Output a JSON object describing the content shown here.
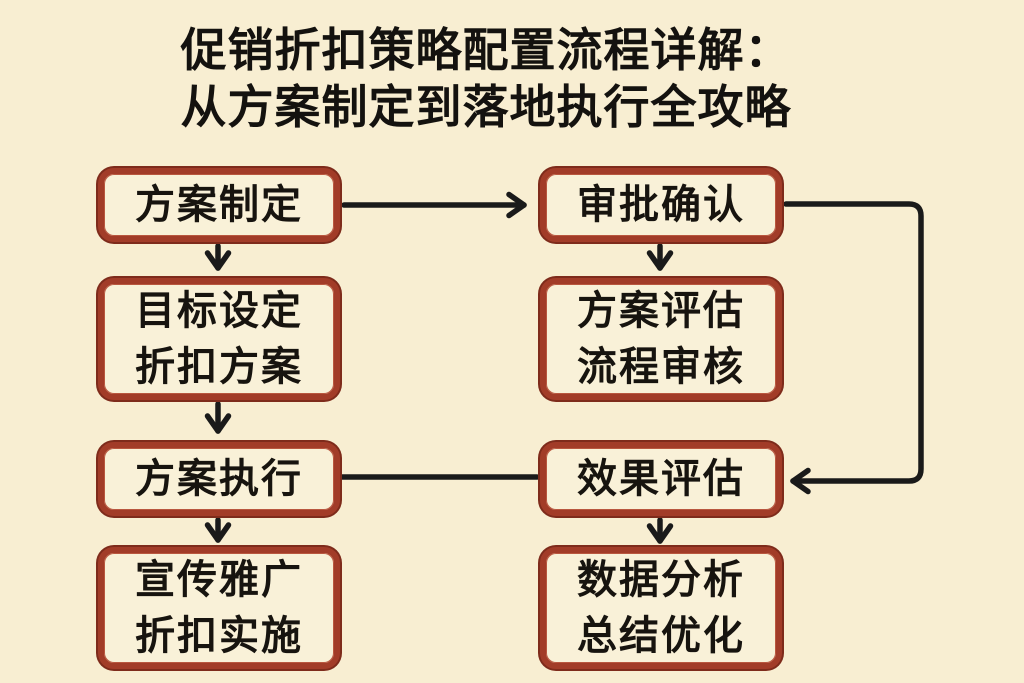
{
  "title": {
    "line1": "促销折扣策略配置流程详解：",
    "line2": "从方案制定到落地执行全攻略"
  },
  "colors": {
    "background": "#f8eed2",
    "box_fill": "#f9f1d8",
    "box_border": "#a23c28",
    "box_border_dark": "#7e2b1b",
    "text": "#17140f",
    "arrow": "#1a1a1a"
  },
  "nodes": {
    "plan": {
      "line1": "方案制定"
    },
    "approve": {
      "line1": "审批确认"
    },
    "goal": {
      "line1": "目标设定",
      "line2": "折扣方案"
    },
    "evaluate": {
      "line1": "方案评估",
      "line2": "流程审核"
    },
    "execute": {
      "line1": "方案执行"
    },
    "effect": {
      "line1": "效果评估"
    },
    "promo": {
      "line1": "宣传雅广",
      "line2": "折扣实施"
    },
    "data": {
      "line1": "数据分析",
      "line2": "总结优化"
    }
  },
  "edges": [
    {
      "from": "plan",
      "to": "approve",
      "type": "arrow",
      "route": "horizontal"
    },
    {
      "from": "plan",
      "to": "goal",
      "type": "arrow",
      "route": "down"
    },
    {
      "from": "goal",
      "to": "execute",
      "type": "arrow",
      "route": "down"
    },
    {
      "from": "execute",
      "to": "promo",
      "type": "arrow",
      "route": "down"
    },
    {
      "from": "approve",
      "to": "evaluate",
      "type": "arrow",
      "route": "down"
    },
    {
      "from": "approve",
      "to": "effect",
      "type": "arrow",
      "route": "right-loop"
    },
    {
      "from": "effect",
      "to": "execute",
      "type": "line",
      "route": "horizontal"
    },
    {
      "from": "effect",
      "to": "data",
      "type": "arrow",
      "route": "down"
    }
  ]
}
